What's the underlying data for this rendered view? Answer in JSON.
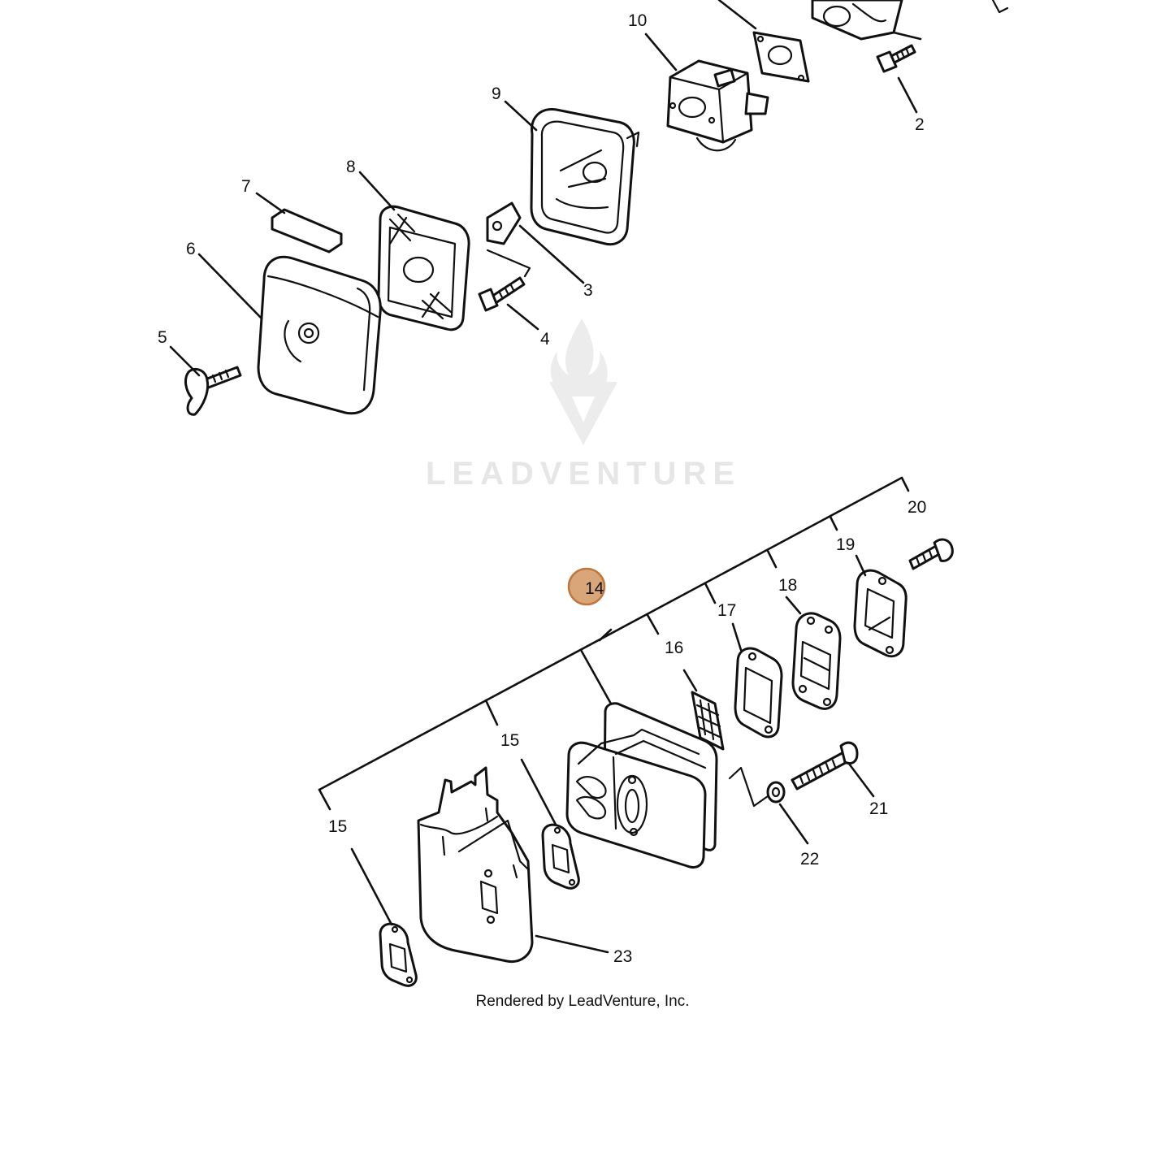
{
  "watermark": {
    "text": "LEADVENTURE"
  },
  "credit": "Rendered by LeadVenture, Inc.",
  "highlight_color": "#d9a679",
  "callouts": {
    "c2": "2",
    "c3": "3",
    "c4": "4",
    "c5": "5",
    "c6": "6",
    "c7": "7",
    "c8": "8",
    "c9": "9",
    "c10": "10",
    "c14": "14",
    "c15a": "15",
    "c15b": "15",
    "c16": "16",
    "c17": "17",
    "c18": "18",
    "c19": "19",
    "c20": "20",
    "c21": "21",
    "c22": "22",
    "c23": "23"
  }
}
